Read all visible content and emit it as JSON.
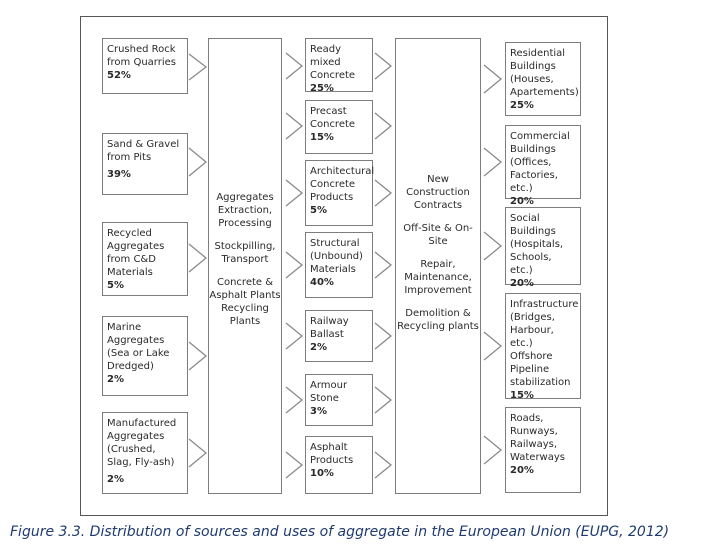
{
  "sources": [
    {
      "label": "Crushed Rock from Quarries",
      "value": "52%"
    },
    {
      "label": "Sand & Gravel from Pits",
      "value": "39%"
    },
    {
      "label": "Recycled Aggregates from C&D Materials",
      "value": "5%"
    },
    {
      "label": "Marine Aggregates (Sea or Lake Dredged)",
      "value": "2%"
    },
    {
      "label": "Manufactured Aggregates (Crushed, Slag, Fly-ash)",
      "value": "2%"
    }
  ],
  "processing": {
    "lines": [
      "Aggregates Extraction, Processing",
      "Stockpilling, Transport",
      "Concrete & Asphalt Plants Recycling Plants"
    ]
  },
  "products": [
    {
      "label": "Ready mixed Concrete",
      "value": "25%"
    },
    {
      "label": "Precast Concrete",
      "value": "15%"
    },
    {
      "label": "Architectural Concrete Products",
      "value": "5%"
    },
    {
      "label": "Structural (Unbound) Materials",
      "value": "40%"
    },
    {
      "label": "Railway Ballast",
      "value": "2%"
    },
    {
      "label": "Armour Stone",
      "value": "3%"
    },
    {
      "label": "Asphalt Products",
      "value": "10%"
    }
  ],
  "contracts": {
    "lines": [
      "New Construction Contracts",
      "Off-Site & On-Site",
      "Repair, Maintenance, Improvement",
      "Demolition & Recycling plants"
    ]
  },
  "uses": [
    {
      "label": "Residential Buildings (Houses, Apartements)",
      "value": "25%"
    },
    {
      "label": "Commercial Buildings (Offices, Factories, etc.)",
      "value": "20%"
    },
    {
      "label": "Social Buildings (Hospitals, Schools, etc.)",
      "value": "20%"
    },
    {
      "label": "Infrastructure (Bridges, Harbour, etc.) Offshore Pipeline stabilization",
      "value": "15%"
    },
    {
      "label": "Roads, Runways, Railways, Waterways",
      "value": "20%"
    }
  ],
  "caption": "Figure 3.3. Distribution of sources and uses of aggregate in the European Union (EUPG, 2012)",
  "colors": {
    "border": "#7d7d7d",
    "caption": "#1f3b6e"
  }
}
